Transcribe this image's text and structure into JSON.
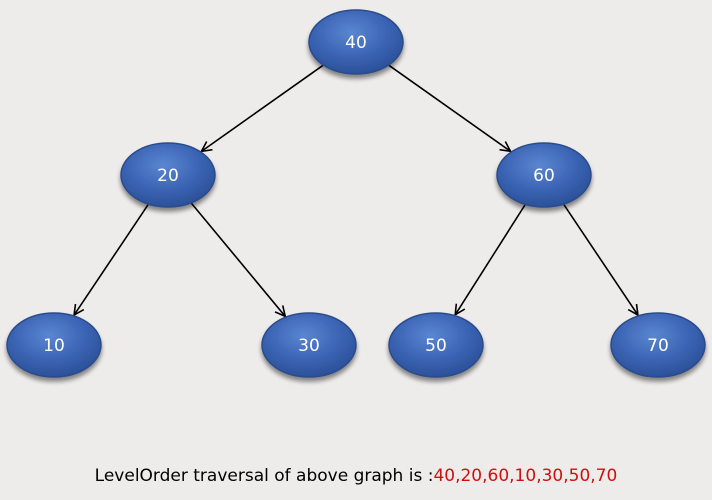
{
  "diagram": {
    "type": "binary-tree",
    "colors": {
      "node_fill": "#3b64b4",
      "node_border": "#2a4c8c",
      "node_text": "#ffffff",
      "edge": "#000000",
      "highlight": "#d01010",
      "background": "#eeecea"
    },
    "nodes": [
      {
        "id": "n40",
        "label": "40"
      },
      {
        "id": "n20",
        "label": "20"
      },
      {
        "id": "n60",
        "label": "60"
      },
      {
        "id": "n10",
        "label": "10"
      },
      {
        "id": "n30",
        "label": "30"
      },
      {
        "id": "n50",
        "label": "50"
      },
      {
        "id": "n70",
        "label": "70"
      }
    ],
    "edges": [
      {
        "from": "n40",
        "to": "n20"
      },
      {
        "from": "n40",
        "to": "n60"
      },
      {
        "from": "n20",
        "to": "n10"
      },
      {
        "from": "n20",
        "to": "n30"
      },
      {
        "from": "n60",
        "to": "n50"
      },
      {
        "from": "n60",
        "to": "n70"
      }
    ]
  },
  "caption": {
    "prefix": "LevelOrder traversal of above graph is :",
    "values": "40,20,60,10,30,50,70"
  }
}
